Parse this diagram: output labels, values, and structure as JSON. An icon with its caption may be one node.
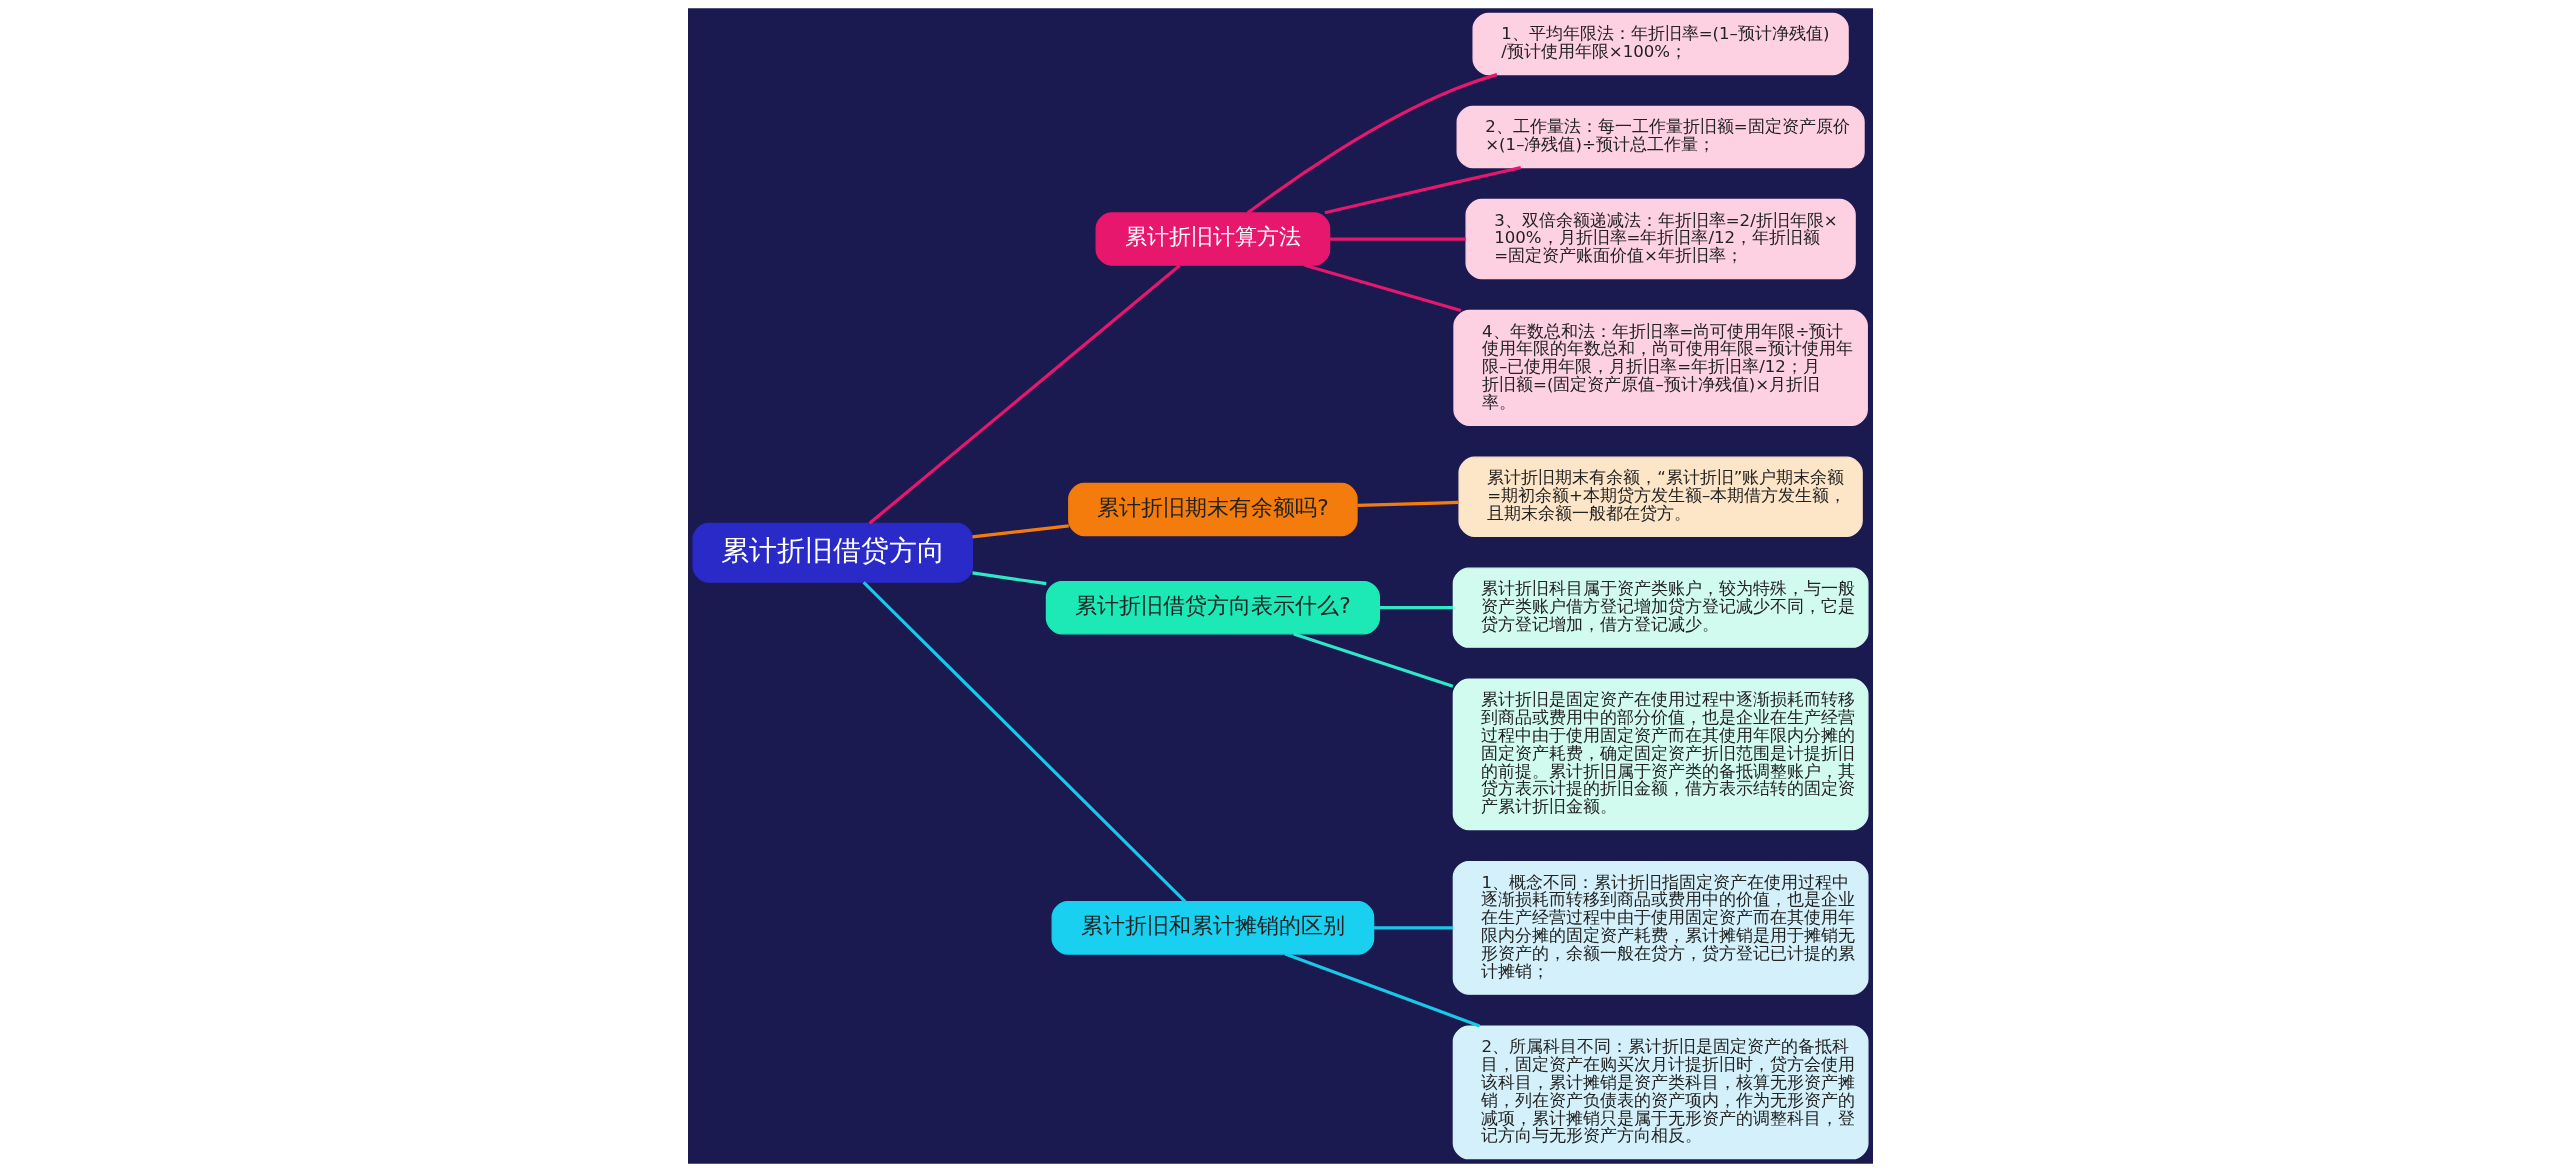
{
  "diagram": {
    "nodes": [
      {
        "text": [
          "累计折旧借贷方向"
        ]
      },
      {
        "text": [
          "累计折旧计算方法"
        ]
      },
      {
        "text": [
          "1、平均年限法：年折旧率=(1–预计净残值)/预计使用年限×100%；"
        ]
      },
      {
        "text": [
          "2、工作量法：每一工作量折旧额=固定资产原价×(1–净残值)÷预计总工作量；"
        ]
      },
      {
        "text": [
          "3、双倍余额递减法：年折旧率=2/折旧年限×100%，月折旧率=年折旧率/12，年折旧额=固定资产账面价值×年折旧率；"
        ]
      },
      {
        "text": [
          "4、年数总和法：年折旧率=尚可使用年限÷预计使用年限的年数总和，尚可使用年限=预计使用年限–已使用年限，月折旧率=年折旧率/12；月折旧额=(固定资产原值–预计净残值)×月折旧率。"
        ]
      },
      {
        "text": [
          "累计折旧期末有余额吗?"
        ]
      },
      {
        "text": [
          "累计折旧期末有余额，“累计折旧”账户期末余额=期初余额+本期贷方发生额–本期借方发生额，且期末余额一般都在贷方。"
        ]
      },
      {
        "text": [
          "累计折旧借贷方向表示什么?"
        ]
      },
      {
        "text": [
          "累计折旧科目属于资产类账户，较为特殊，与一般资产类账户借方登记增加贷方登记减少不同，它是贷方登记增加，借方登记减少。"
        ]
      },
      {
        "text": [
          "累计折旧是固定资产在使用过程中逐渐损耗而转移到商品或费用中的部分价值，也是企业在生产经营过程中由于使用固定资产而在其使用年限内分摊的固定资产耗费，确定固定资产折旧范围是计提折旧的前提。累计折旧属于资产类的备抵调整账户，其贷方表示计提的折旧金额，借方表示结转的固定资产累计折旧金额。"
        ]
      },
      {
        "text": [
          "累计折旧和累计摊销的区别"
        ]
      },
      {
        "text": [
          "1、概念不同：累计折旧指固定资产在使用过程中逐渐损耗而转移到商品或费用中的价值，也是企业在生产经营过程中由于使用固定资产而在其使用年限内分摊的固定资产耗费，累计摊销是用于摊销无形资产的，余额一般在贷方，贷方登记已计提的累计摊销；"
        ]
      },
      {
        "text": [
          "2、所属科目不同：累计折旧是固定资产的备抵科目，固定资产在购买次月计提折旧时，贷方会使用该科目，累计摊销是资产类科目，核算无形资产摊销，列在资产负债表的资产项内，作为无形资产的减项，累计摊销只是属于无形资产的调整科目，登记方向与无形资产方向相反。"
        ]
      }
    ],
    "edges": [
      {
        "from": 0,
        "to": 1,
        "arrow": "none",
        "color": "#e8176e"
      },
      {
        "from": 1,
        "to": 2,
        "arrow": "none",
        "color": "#e8176e"
      },
      {
        "from": 1,
        "to": 3,
        "arrow": "none",
        "color": "#e8176e"
      },
      {
        "from": 1,
        "to": 4,
        "arrow": "none",
        "color": "#e8176e"
      },
      {
        "from": 1,
        "to": 5,
        "arrow": "none",
        "color": "#e8176e"
      },
      {
        "from": 0,
        "to": 6,
        "arrow": "none",
        "color": "#f47c0c"
      },
      {
        "from": 6,
        "to": 7,
        "arrow": "none",
        "color": "#f47c0c"
      },
      {
        "from": 0,
        "to": 8,
        "arrow": "none",
        "color": "#2ee8c8"
      },
      {
        "from": 8,
        "to": 9,
        "arrow": "none",
        "color": "#2ee8c8"
      },
      {
        "from": 8,
        "to": 10,
        "arrow": "none",
        "color": "#2ee8c8"
      },
      {
        "from": 0,
        "to": 11,
        "arrow": "none",
        "color": "#19c8e8"
      },
      {
        "from": 11,
        "to": 12,
        "arrow": "none",
        "color": "#19c8e8"
      },
      {
        "from": 11,
        "to": 13,
        "arrow": "none",
        "color": "#19c8e8"
      }
    ]
  }
}
